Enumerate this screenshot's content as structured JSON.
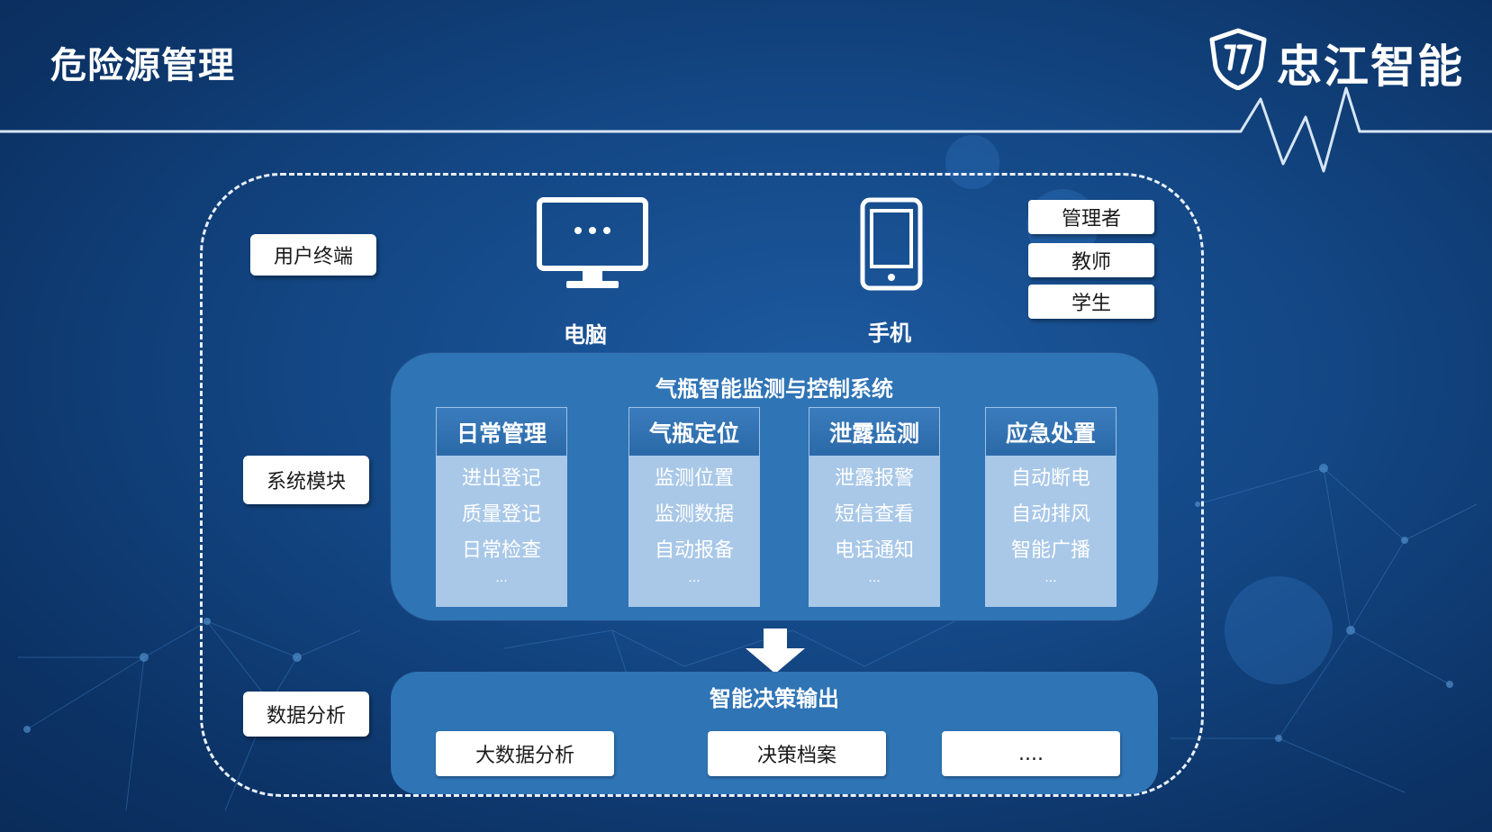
{
  "header": {
    "title": "危险源管理",
    "brand": "忠江智能"
  },
  "labels": {
    "user_terminal": "用户终端",
    "system_modules": "系统模块",
    "data_analysis": "数据分析"
  },
  "devices": {
    "computer": "电脑",
    "phone": "手机"
  },
  "roles": [
    "管理者",
    "教师",
    "学生"
  ],
  "system": {
    "title": "气瓶智能监测与控制系统",
    "modules": [
      {
        "title": "日常管理",
        "items": [
          "进出登记",
          "质量登记",
          "日常检查"
        ],
        "more": "..."
      },
      {
        "title": "气瓶定位",
        "items": [
          "监测位置",
          "监测数据",
          "自动报备"
        ],
        "more": "..."
      },
      {
        "title": "泄露监测",
        "items": [
          "泄露报警",
          "短信查看",
          "电话通知"
        ],
        "more": "..."
      },
      {
        "title": "应急处置",
        "items": [
          "自动断电",
          "自动排风",
          "智能广播"
        ],
        "more": "..."
      }
    ]
  },
  "output": {
    "title": "智能决策输出",
    "items": [
      "大数据分析",
      "决策档案",
      "...."
    ]
  },
  "colors": {
    "background": "#134683",
    "panel": "#2f74b5",
    "module_body": "#a9c8e8"
  }
}
